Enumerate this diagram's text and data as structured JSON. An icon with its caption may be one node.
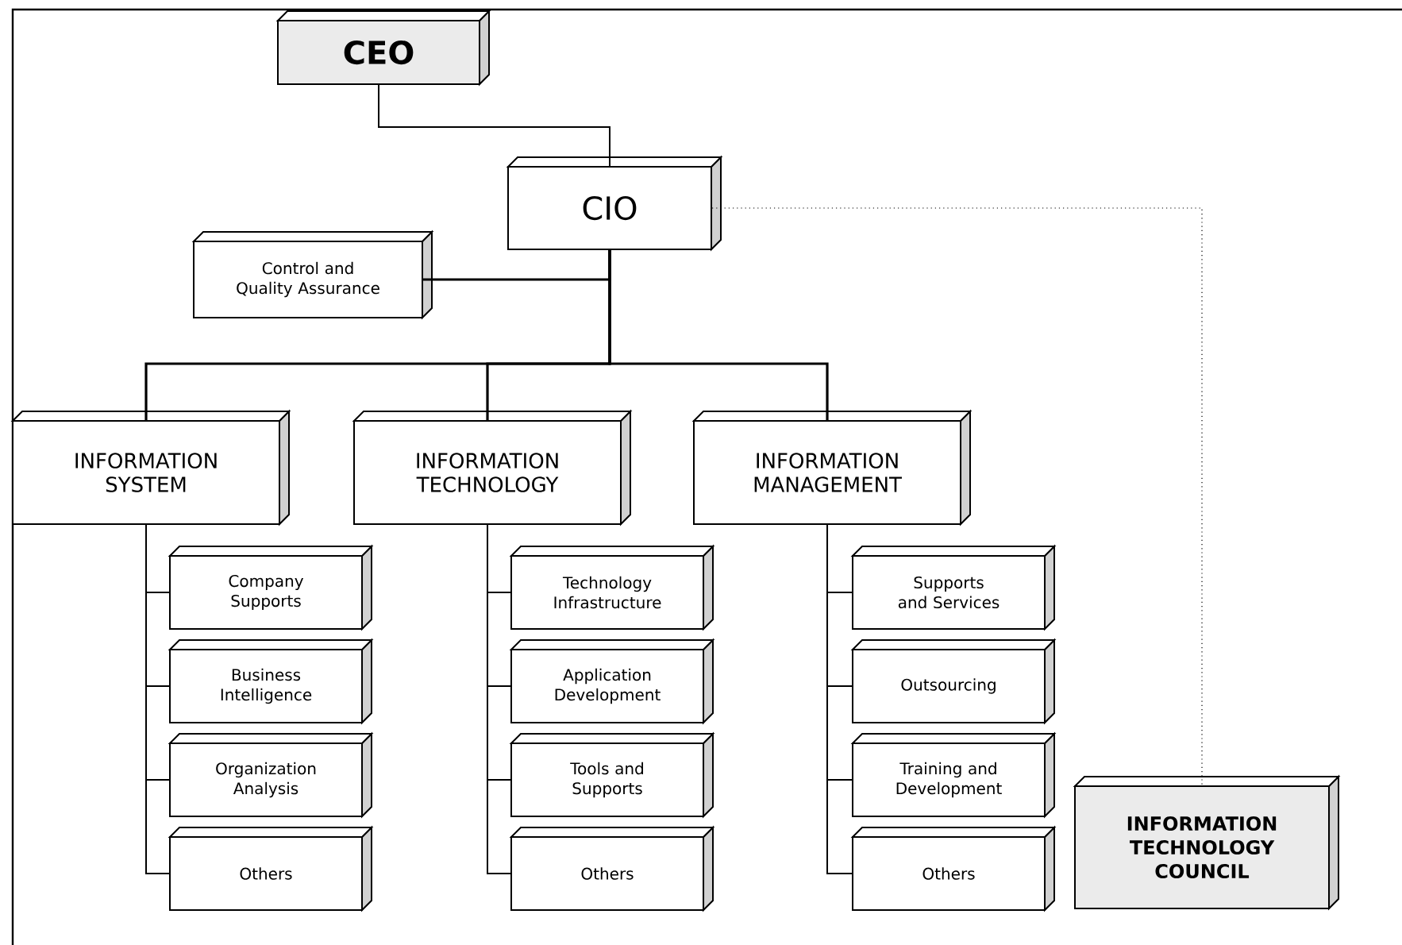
{
  "diagram": {
    "nodes": [
      {
        "text": [
          "CEO"
        ]
      },
      {
        "text": [
          "CIO"
        ]
      },
      {
        "text": [
          "Control and Quality Assurance"
        ]
      },
      {
        "text": [
          "INFORMATION SYSTEM"
        ]
      },
      {
        "text": [
          "INFORMATION TECHNOLOGY"
        ]
      },
      {
        "text": [
          "INFORMATION MANAGEMENT"
        ]
      },
      {
        "text": [
          "Company Supports"
        ]
      },
      {
        "text": [
          "Business Intelligence"
        ]
      },
      {
        "text": [
          "Organization Analysis"
        ]
      },
      {
        "text": [
          "Others"
        ]
      },
      {
        "text": [
          "Technology Infrastructure"
        ]
      },
      {
        "text": [
          "Application Development"
        ]
      },
      {
        "text": [
          "Tools and Supports"
        ]
      },
      {
        "text": [
          "Others"
        ]
      },
      {
        "text": [
          "Supports and Services"
        ]
      },
      {
        "text": [
          "Outsourcing"
        ]
      },
      {
        "text": [
          "Training and Development"
        ]
      },
      {
        "text": [
          "Others"
        ]
      },
      {
        "text": [
          "INFORMATION TECHNOLOGY COUNCIL"
        ]
      }
    ],
    "edges": [
      {
        "from": 0,
        "to": 1,
        "arrow": "none"
      },
      {
        "from": 1,
        "to": 2,
        "arrow": "none"
      },
      {
        "from": 1,
        "to": 3,
        "arrow": "none"
      },
      {
        "from": 1,
        "to": 4,
        "arrow": "none"
      },
      {
        "from": 1,
        "to": 5,
        "arrow": "none"
      },
      {
        "from": 3,
        "to": 6,
        "arrow": "none"
      },
      {
        "from": 3,
        "to": 7,
        "arrow": "none"
      },
      {
        "from": 3,
        "to": 8,
        "arrow": "none"
      },
      {
        "from": 3,
        "to": 9,
        "arrow": "none"
      },
      {
        "from": 4,
        "to": 10,
        "arrow": "none"
      },
      {
        "from": 4,
        "to": 11,
        "arrow": "none"
      },
      {
        "from": 4,
        "to": 12,
        "arrow": "none"
      },
      {
        "from": 4,
        "to": 13,
        "arrow": "none"
      },
      {
        "from": 5,
        "to": 14,
        "arrow": "none"
      },
      {
        "from": 5,
        "to": 15,
        "arrow": "none"
      },
      {
        "from": 5,
        "to": 16,
        "arrow": "none"
      },
      {
        "from": 5,
        "to": 17,
        "arrow": "none"
      },
      {
        "from": 1,
        "to": 18,
        "arrow": "none",
        "style": "dashed"
      }
    ]
  }
}
